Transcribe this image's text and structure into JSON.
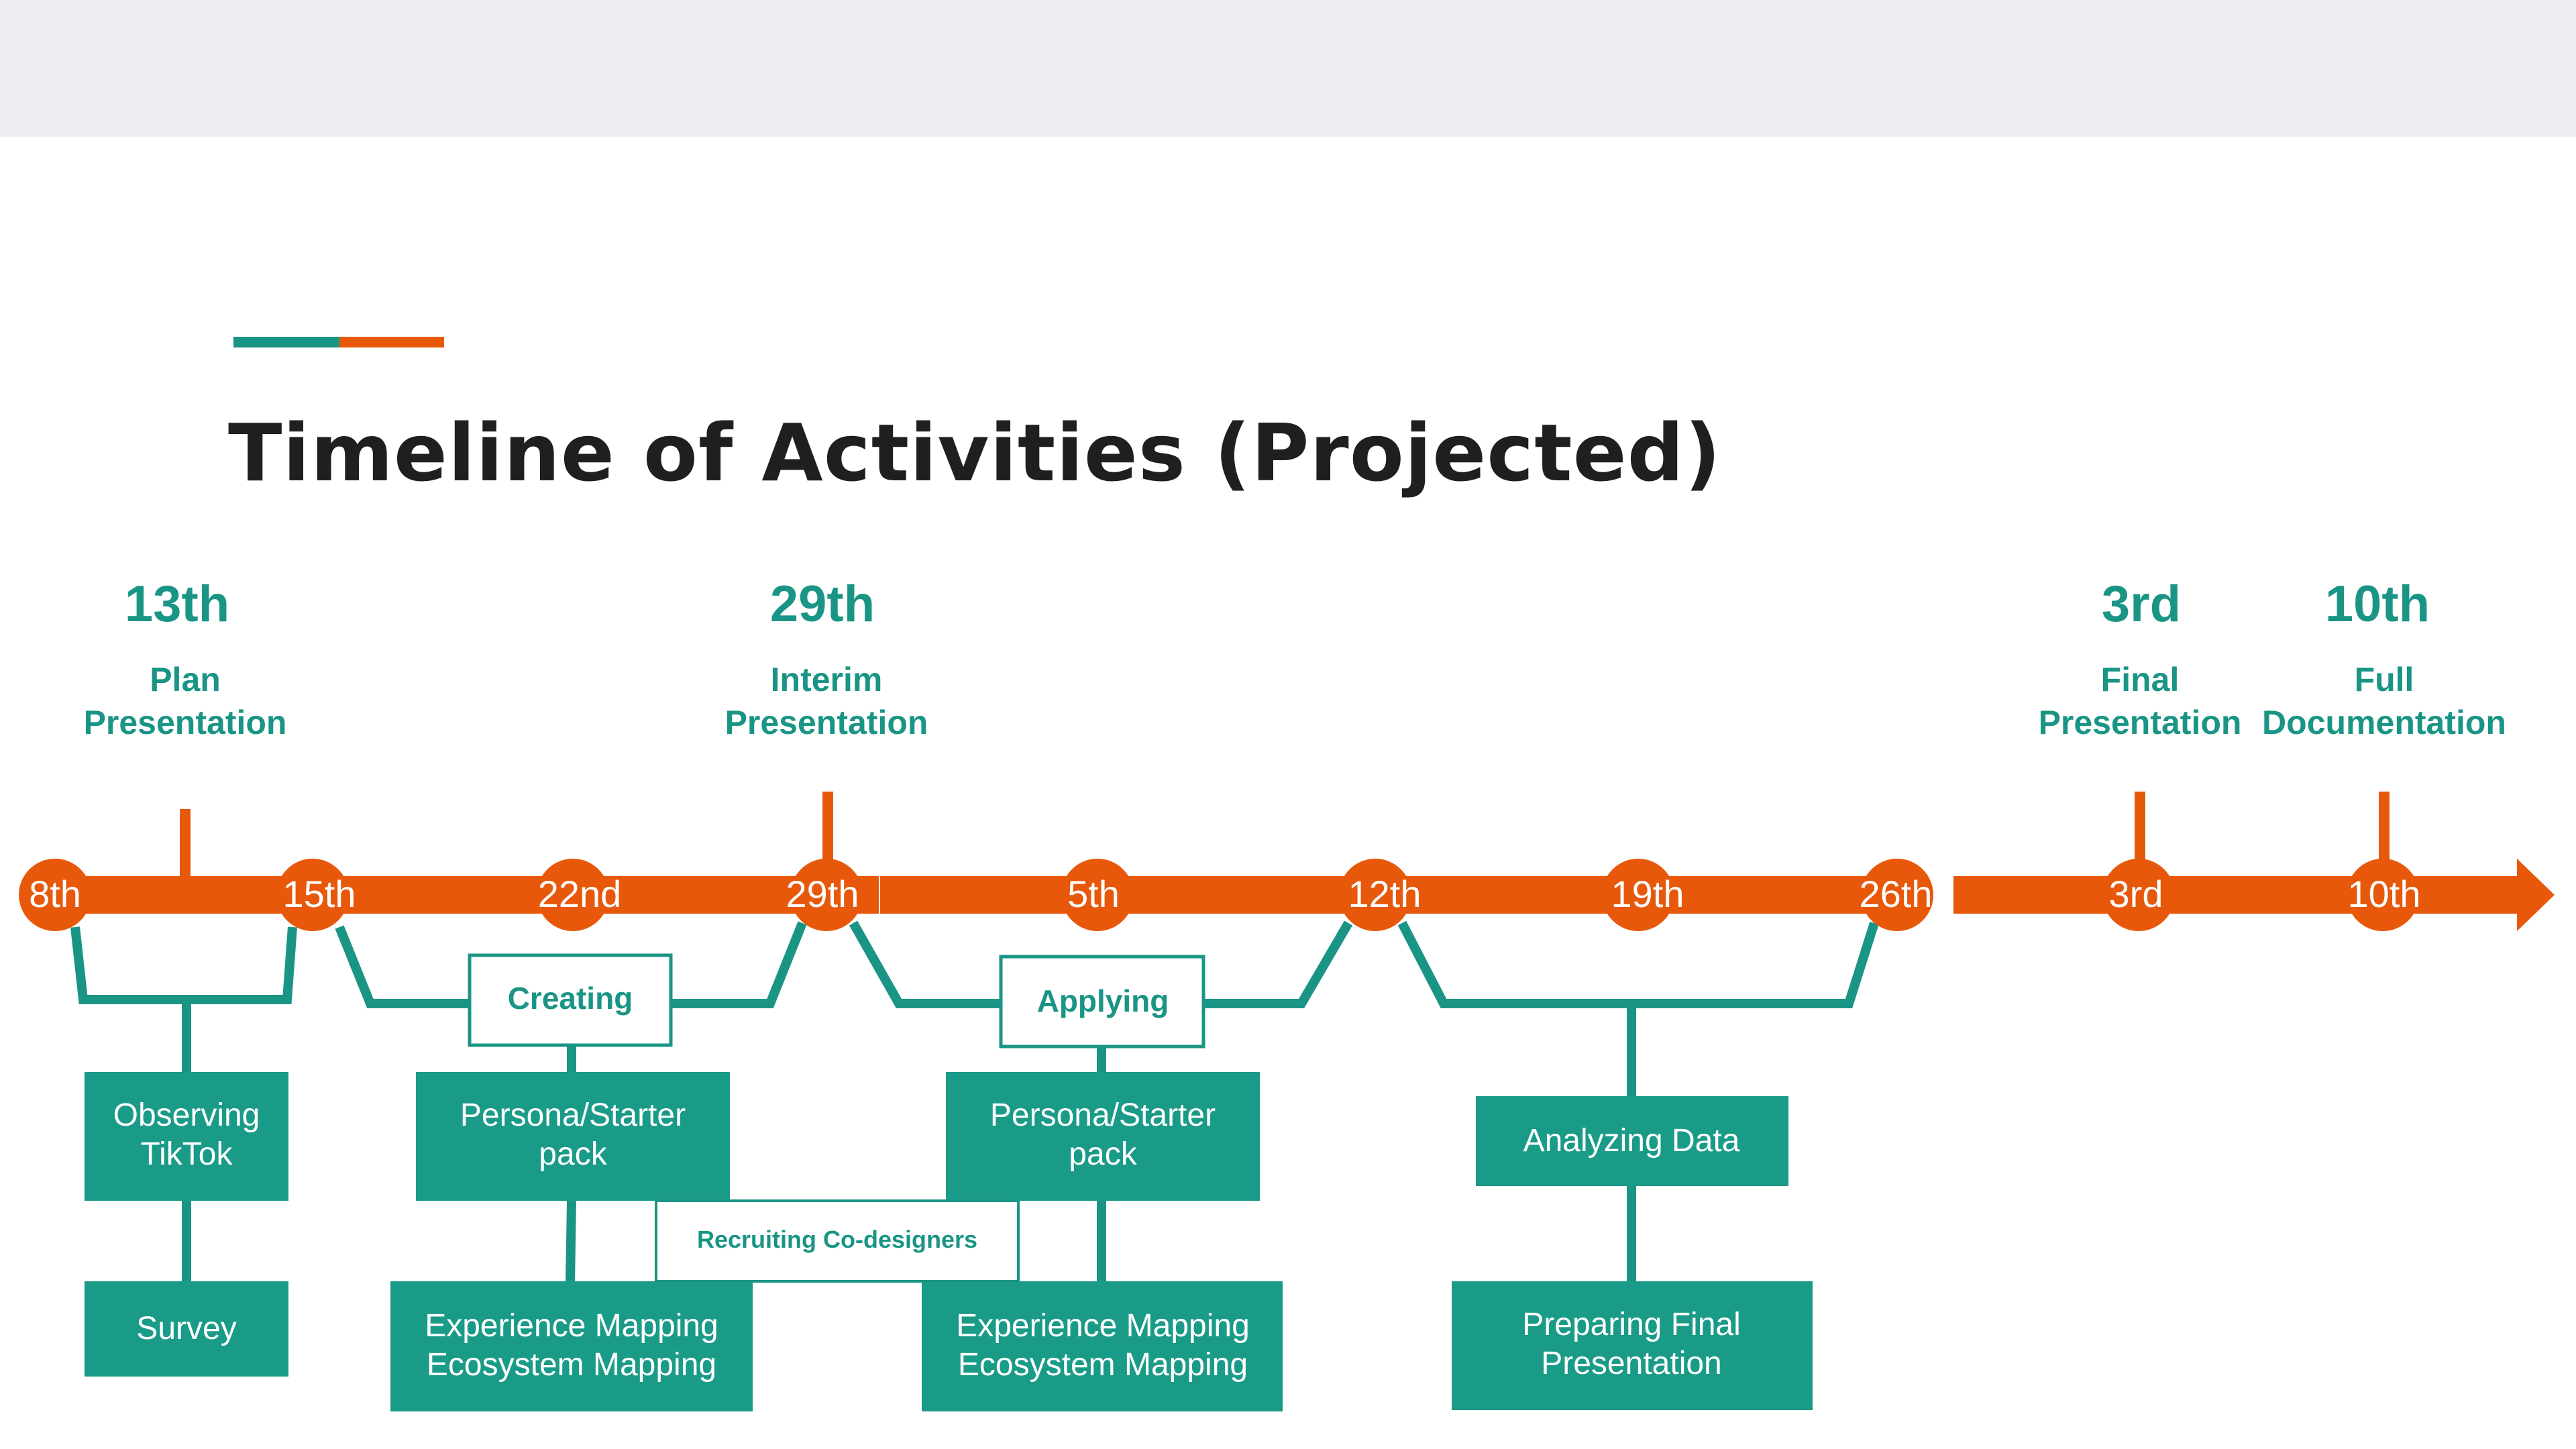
{
  "header": {
    "title": "Timeline of Activities (Projected)"
  },
  "colors": {
    "teal": "#1a9585",
    "orange": "#e8580a",
    "topbar": "#eceef1",
    "title": "#1f1f1f"
  },
  "milestones": [
    {
      "date": "13th",
      "label_lines": [
        "Plan",
        "Presentation"
      ]
    },
    {
      "date": "29th",
      "label_lines": [
        "Interim",
        "Presentation"
      ]
    },
    {
      "date": "3rd",
      "label_lines": [
        "Final",
        "Presentation"
      ]
    },
    {
      "date": "10th",
      "label_lines": [
        "Full",
        "Documentation"
      ]
    }
  ],
  "timeline_dates": [
    "8th",
    "15th",
    "22nd",
    "29th",
    "5th",
    "12th",
    "19th",
    "26th",
    "3rd",
    "10th"
  ],
  "phases": {
    "creating": "Creating",
    "applying": "Applying",
    "recruiting": "Recruiting Co-designers"
  },
  "activities": {
    "observing": [
      "Observing",
      "TikTok"
    ],
    "survey": [
      "Survey"
    ],
    "persona_1": [
      "Persona/Starter",
      "pack"
    ],
    "mapping_1": [
      "Experience Mapping",
      "Ecosystem Mapping"
    ],
    "persona_2": [
      "Persona/Starter",
      "pack"
    ],
    "mapping_2": [
      "Experience Mapping",
      "Ecosystem Mapping"
    ],
    "analyzing": [
      "Analyzing Data"
    ],
    "preparing": [
      "Preparing Final",
      "Presentation"
    ]
  }
}
